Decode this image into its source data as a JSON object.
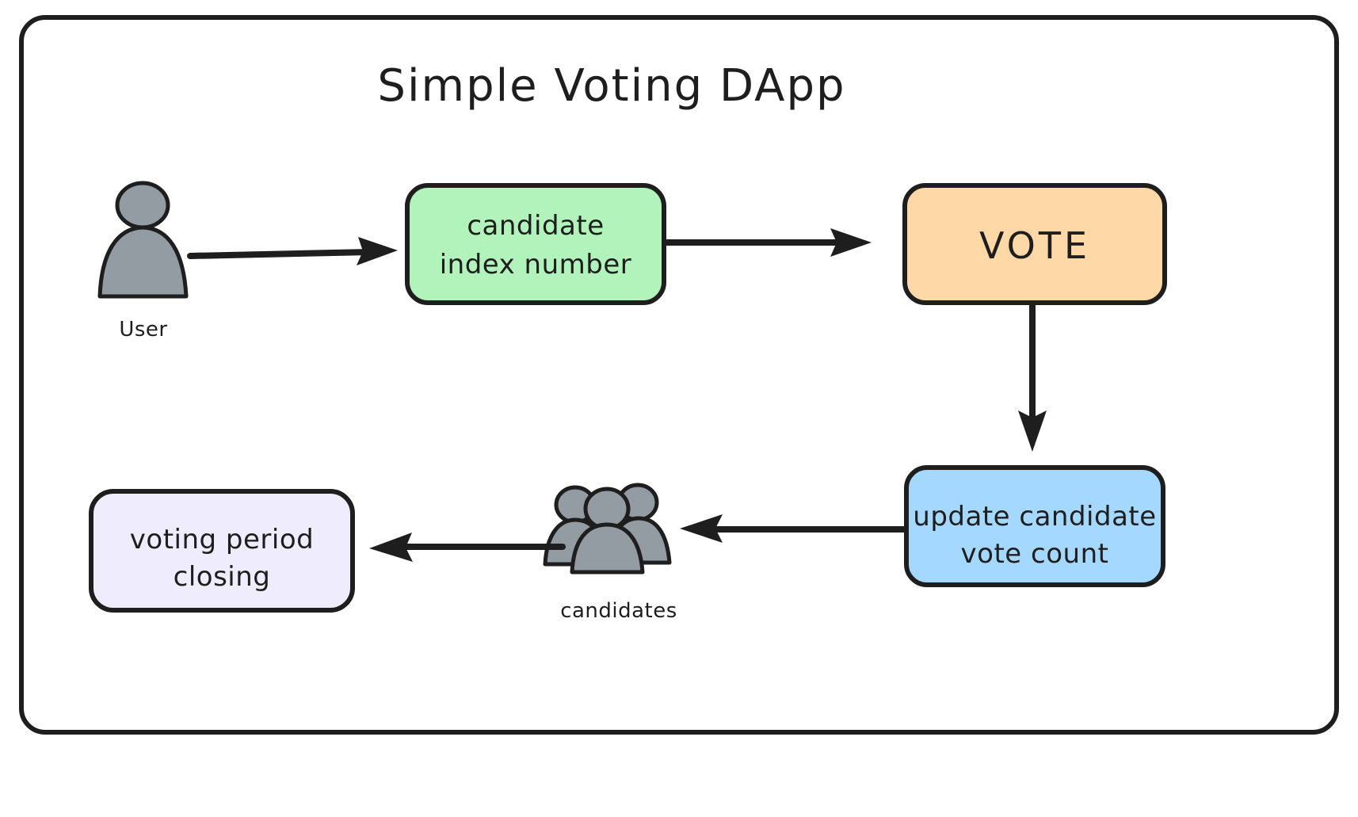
{
  "diagram": {
    "title": "Simple Voting DApp",
    "type": "flowchart",
    "frame": {
      "shape": "rounded-rectangle",
      "stroke_color": "#1E1E1E",
      "fill_color": "#FFFFFF"
    },
    "nodes": [
      {
        "id": "user",
        "kind": "actor",
        "label": "User",
        "icon": "single-person-icon",
        "fill_color": "#939BA3"
      },
      {
        "id": "candidate-index",
        "kind": "process",
        "label_line1": "candidate",
        "label_line2": "index number",
        "fill_color": "#B2F2BB"
      },
      {
        "id": "vote",
        "kind": "process",
        "label": "VOTE",
        "fill_color": "#FFD8A8"
      },
      {
        "id": "update-vote-count",
        "kind": "process",
        "label_line1": "update candidate",
        "label_line2": "vote count",
        "fill_color": "#A5D8FF"
      },
      {
        "id": "candidates",
        "kind": "actor",
        "label": "candidates",
        "icon": "group-of-people-icon",
        "fill_color": "#939BA3"
      },
      {
        "id": "voting-period-closing",
        "kind": "process",
        "label_line1": "voting period",
        "label_line2": "closing",
        "fill_color": "#EFECFD"
      }
    ],
    "edges": [
      {
        "id": "user-to-candidate-index",
        "from": "user",
        "to": "candidate-index",
        "direction": "right",
        "label": ""
      },
      {
        "id": "candidate-index-to-vote",
        "from": "candidate-index",
        "to": "vote",
        "direction": "right",
        "label": ""
      },
      {
        "id": "vote-to-update-vote-count",
        "from": "vote",
        "to": "update-vote-count",
        "direction": "down",
        "label": ""
      },
      {
        "id": "update-vote-count-to-candidates",
        "from": "update-vote-count",
        "to": "candidates",
        "direction": "left",
        "label": ""
      },
      {
        "id": "candidates-to-voting-period-closing",
        "from": "candidates",
        "to": "voting-period-closing",
        "direction": "left",
        "label": ""
      }
    ]
  }
}
